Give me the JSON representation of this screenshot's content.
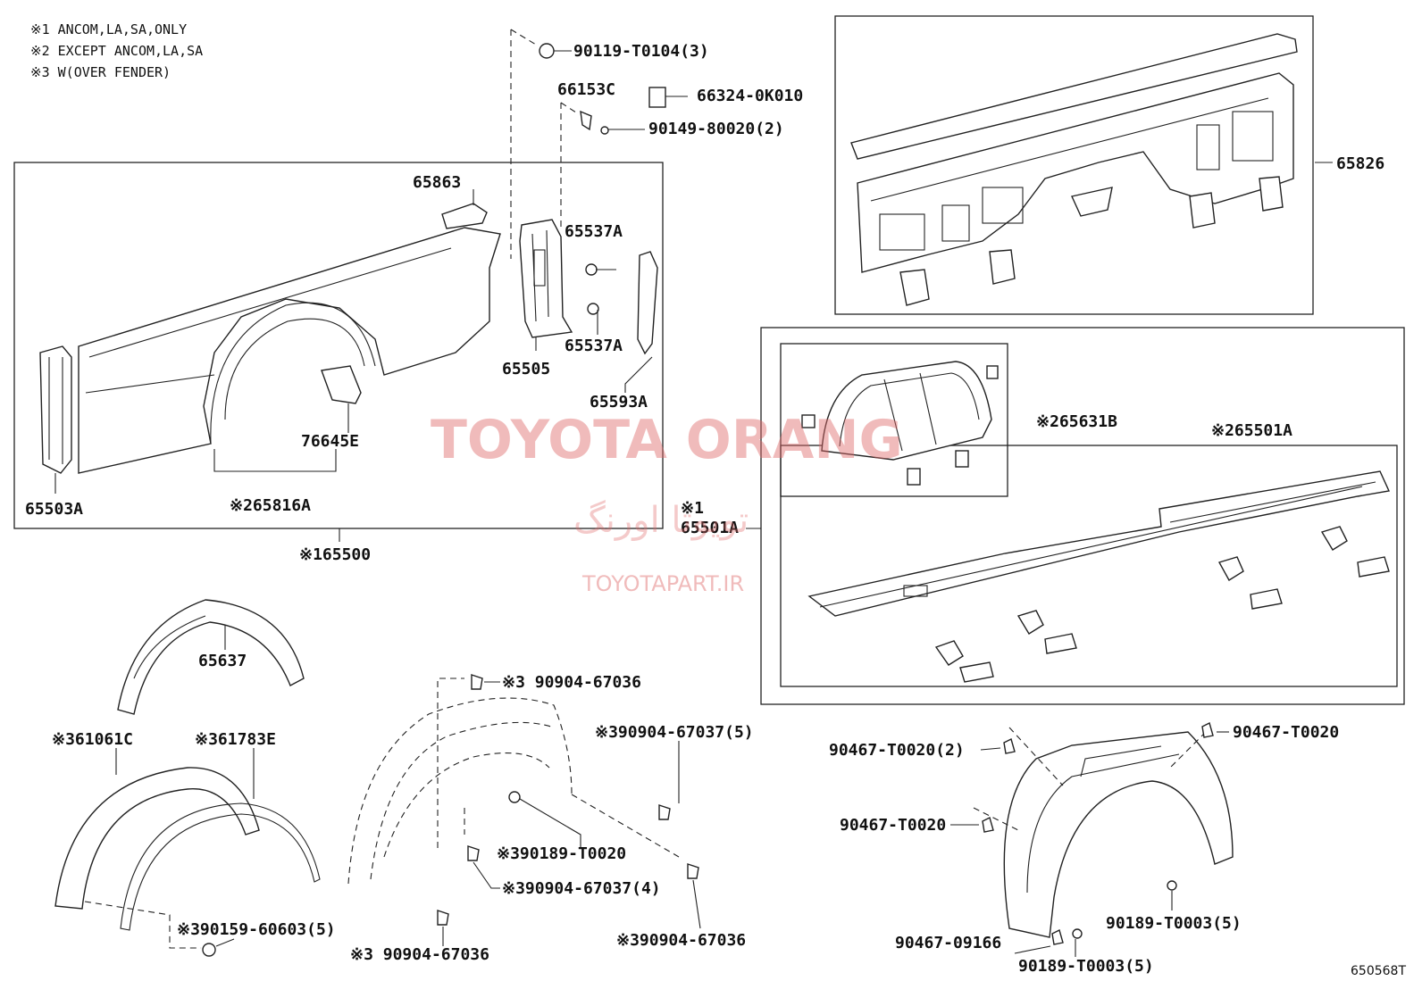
{
  "notes": [
    "※1  ANCOM,LA,SA,ONLY",
    "※2  EXCEPT ANCOM,LA,SA",
    "※3  W(OVER FENDER)"
  ],
  "watermark": {
    "brand": "TOYOTA ORANG",
    "persian": "تویوتا اورنگ",
    "url": "TOYOTAPART.IR"
  },
  "diagram_code": "650568T",
  "labels": {
    "p90119": "90119-T0104(3)",
    "p66153C": "66153C",
    "p66324": "66324-0K010",
    "p90149": "90149-80020(2)",
    "p65863": "65863",
    "p65537A_1": "65537A",
    "p65537A_2": "65537A",
    "p65505": "65505",
    "p65593A": "65593A",
    "p76645E": "76645E",
    "p65503A": "65503A",
    "p65816A": "※265816A",
    "p65500": "※165500",
    "p65826": "65826",
    "p65631B": "※265631B",
    "p65501A_2": "※265501A",
    "p65501A_1_mark": "※1",
    "p65501A_1": "65501A",
    "p65637": "65637",
    "p61061C": "※361061C",
    "p61783E": "※361783E",
    "p90159": "※390159-60603(5)",
    "p90904_67036_a": "※3 90904-67036",
    "p90904_67037_5": "※390904-67037(5)",
    "p90189_T0020": "※390189-T0020",
    "p90904_67037_4": "※390904-67037(4)",
    "p90904_67036_b": "※3 90904-67036",
    "p90904_67036_c": "※390904-67036",
    "p90467_T0020_2": "90467-T0020(2)",
    "p90467_T0020_a": "90467-T0020",
    "p90467_T0020_b": "90467-T0020",
    "p90467_09166": "90467-09166",
    "p90189_T0003_a": "90189-T0003(5)",
    "p90189_T0003_b": "90189-T0003(5)"
  }
}
